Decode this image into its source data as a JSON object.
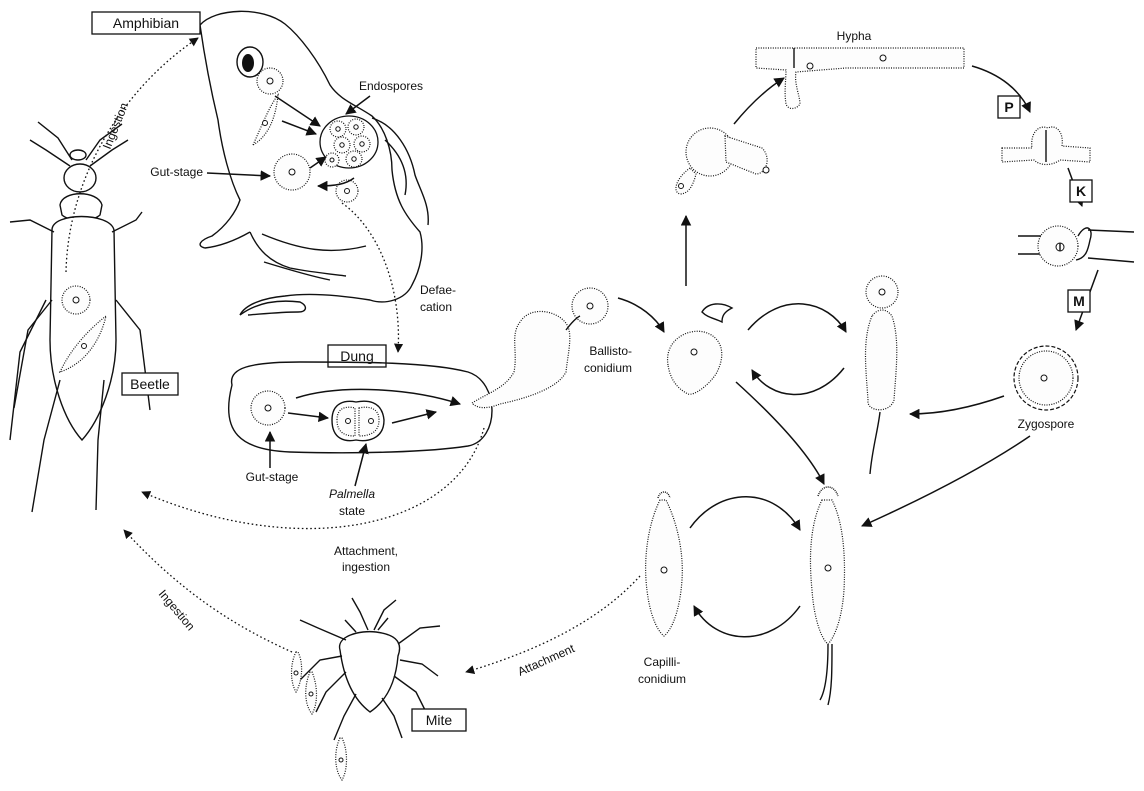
{
  "labels": {
    "amphibian": "Amphibian",
    "beetle": "Beetle",
    "dung": "Dung",
    "mite": "Mite",
    "endospores": "Endospores",
    "gut_stage_top": "Gut-stage",
    "gut_stage_dung": "Gut-stage",
    "palmella_italic": "Palmella",
    "palmella_state": "state",
    "defaecation_1": "Defae-",
    "defaecation_2": "cation",
    "ingestion_top": "Ingestion",
    "ingestion_bottom": "Ingestion",
    "attachment_ingestion_1": "Attachment,",
    "attachment_ingestion_2": "ingestion",
    "attachment": "Attachment",
    "ballistoconidium_1": "Ballisto-",
    "ballistoconidium_2": "conidium",
    "capilliconidium_1": "Capilli-",
    "capilliconidium_2": "conidium",
    "hypha": "Hypha",
    "zygospore": "Zygospore",
    "stage_p": "P",
    "stage_k": "K",
    "stage_m": "M"
  },
  "colors": {
    "ink": "#111111",
    "background": "#ffffff"
  }
}
